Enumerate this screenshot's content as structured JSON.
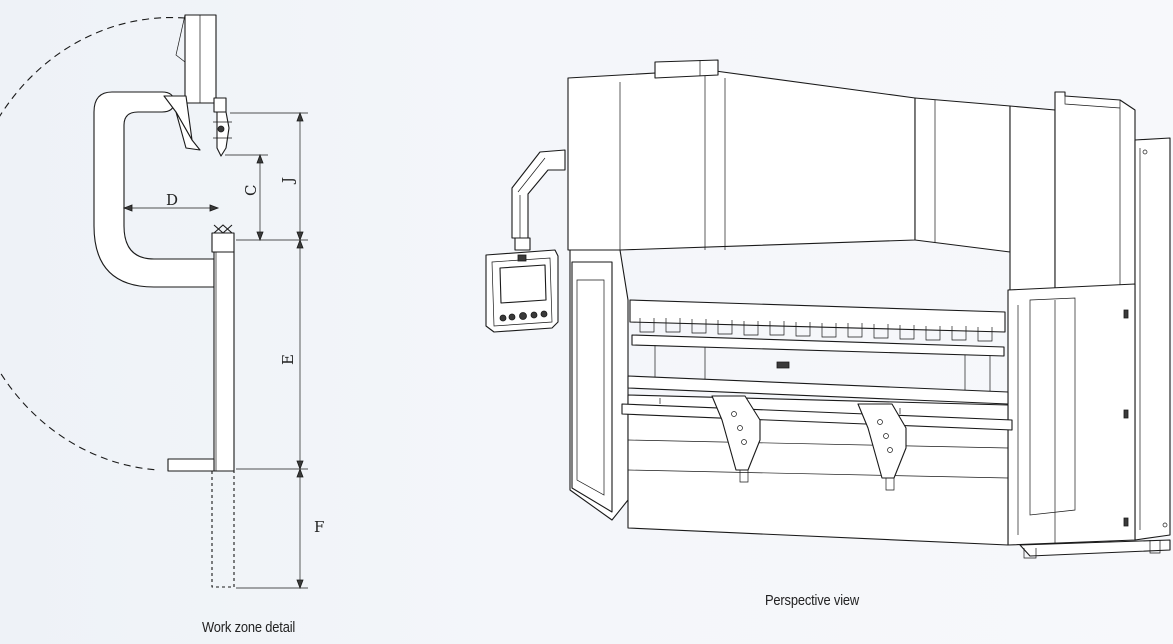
{
  "captions": {
    "work_zone": "Work zone detail",
    "perspective": "Perspective view"
  },
  "dimensions": {
    "d": "D",
    "c": "C",
    "j": "J",
    "e": "E",
    "f": "F"
  },
  "colors": {
    "line": "#1a1a1a",
    "background": "#f4f6fa"
  }
}
